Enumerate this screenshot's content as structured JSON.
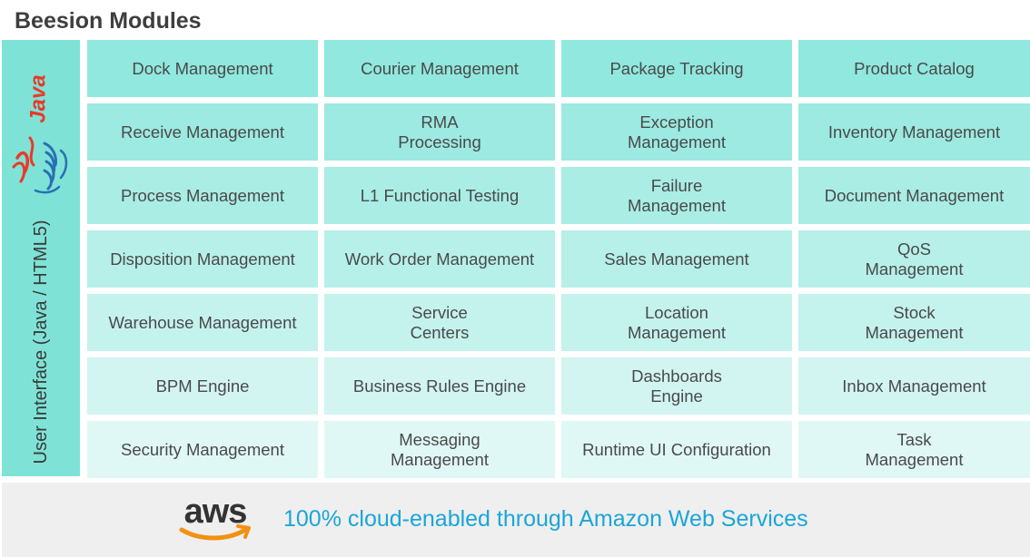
{
  "title": "Beesion Modules",
  "sidebar": {
    "label": "User Interface (Java / HTML5)",
    "logo_icon": "java-logo-icon",
    "logo_text": "Java",
    "logo_color": "#e8392a",
    "cup_color": "#2a6fb5"
  },
  "modules": [
    [
      "Dock Management",
      "Courier Management",
      "Package Tracking",
      "Product Catalog"
    ],
    [
      "Receive Management",
      "RMA\nProcessing",
      "Exception\nManagement",
      "Inventory Management"
    ],
    [
      "Process Management",
      "L1 Functional Testing",
      "Failure\nManagement",
      "Document Management"
    ],
    [
      "Disposition Management",
      "Work Order Management",
      "Sales Management",
      "QoS\nManagement"
    ],
    [
      "Warehouse Management",
      "Service\nCenters",
      "Location\nManagement",
      "Stock\nManagement"
    ],
    [
      "BPM Engine",
      "Business Rules Engine",
      "Dashboards\nEngine",
      "Inbox Management"
    ],
    [
      "Security Management",
      "Messaging\nManagement",
      "Runtime UI Configuration",
      "Task\nManagement"
    ]
  ],
  "footer": {
    "logo_icon": "aws-logo-icon",
    "logo_text": "aws",
    "text": "100% cloud-enabled through Amazon Web Services",
    "text_color": "#1aa6d8",
    "smile_color": "#f29111"
  },
  "colors": {
    "sidebar": "#7ee3d6",
    "row_shades": [
      "#90e8de",
      "#9ceae1",
      "#a9ede5",
      "#b6f0e9",
      "#c4f2ed",
      "#d2f5f1",
      "#e0f8f5"
    ],
    "footer_bg": "#efefef"
  }
}
